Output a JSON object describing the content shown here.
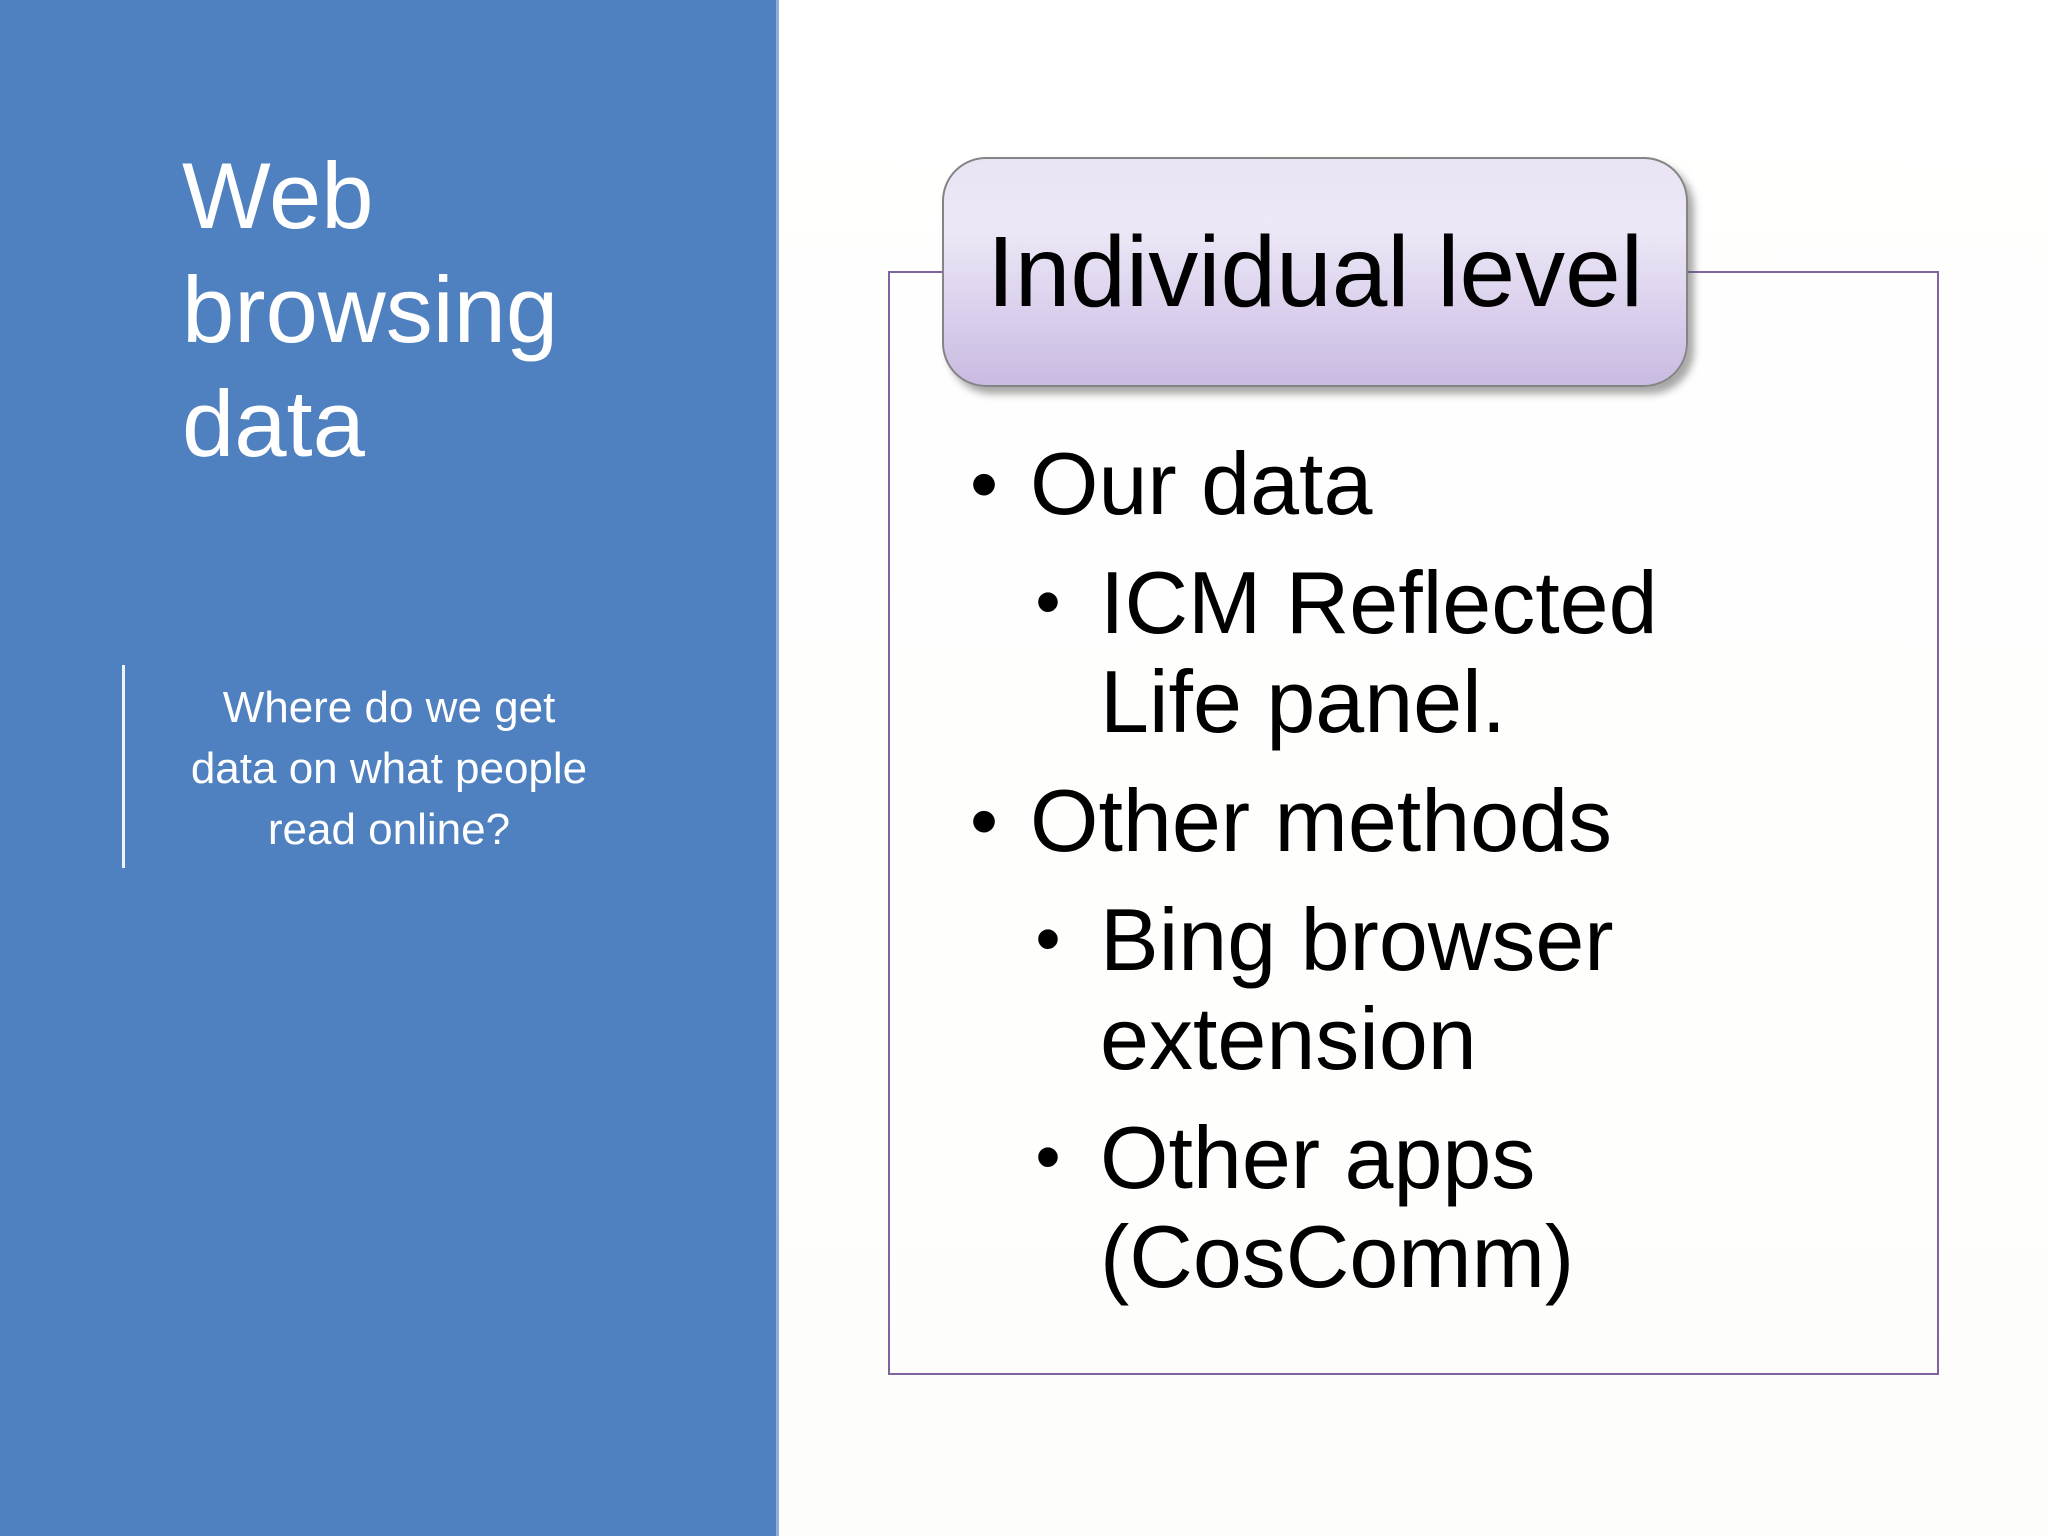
{
  "left_panel": {
    "background_color": "#4F80BF",
    "text_color": "#FFFFFF",
    "title_lines": [
      "Web",
      "browsing",
      "data"
    ],
    "subtitle_lines": [
      "Where do we get",
      "data on what people",
      "read online?"
    ]
  },
  "right_panel": {
    "outline_border_color": "#8064A2",
    "header": {
      "label": "Individual level",
      "fill_top": "#E9E3F4",
      "fill_bottom": "#C9BBE1",
      "border_color": "#848484",
      "text_color": "#000000"
    },
    "bullet_char": "•",
    "text_color": "#000000",
    "bullets": [
      {
        "level": 1,
        "lines": [
          "Our data"
        ]
      },
      {
        "level": 2,
        "lines": [
          "ICM Reflected",
          "Life panel."
        ]
      },
      {
        "level": 1,
        "lines": [
          "Other methods"
        ]
      },
      {
        "level": 2,
        "lines": [
          "Bing browser",
          "extension"
        ]
      },
      {
        "level": 2,
        "lines": [
          "Other apps",
          "(CosComm)"
        ]
      }
    ]
  }
}
